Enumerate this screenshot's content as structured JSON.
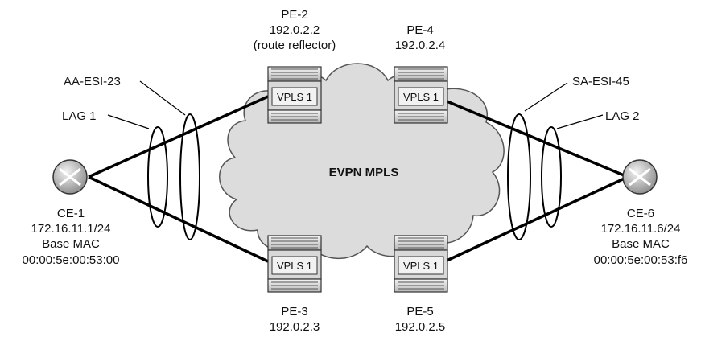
{
  "cloud": {
    "label": "EVPN MPLS"
  },
  "routers": {
    "pe2": {
      "name": "PE-2",
      "ip": "192.0.2.2",
      "note": "(route reflector)",
      "service": "VPLS 1"
    },
    "pe4": {
      "name": "PE-4",
      "ip": "192.0.2.4",
      "service": "VPLS 1"
    },
    "pe3": {
      "name": "PE-3",
      "ip": "192.0.2.3",
      "service": "VPLS 1"
    },
    "pe5": {
      "name": "PE-5",
      "ip": "192.0.2.5",
      "service": "VPLS 1"
    }
  },
  "ce1": {
    "name": "CE-1",
    "ip": "172.16.11.1/24",
    "mac_label": "Base MAC",
    "mac": "00:00:5e:00:53:00"
  },
  "ce6": {
    "name": "CE-6",
    "ip": "172.16.11.6/24",
    "mac_label": "Base MAC",
    "mac": "00:00:5e:00:53:f6"
  },
  "labels": {
    "lag1": "LAG 1",
    "lag2": "LAG 2",
    "aa_esi": "AA-ESI-23",
    "sa_esi": "SA-ESI-45"
  },
  "colors": {
    "cloud_fill": "#dcdcdc",
    "router_fill": "#dadada",
    "link": "#000000"
  }
}
